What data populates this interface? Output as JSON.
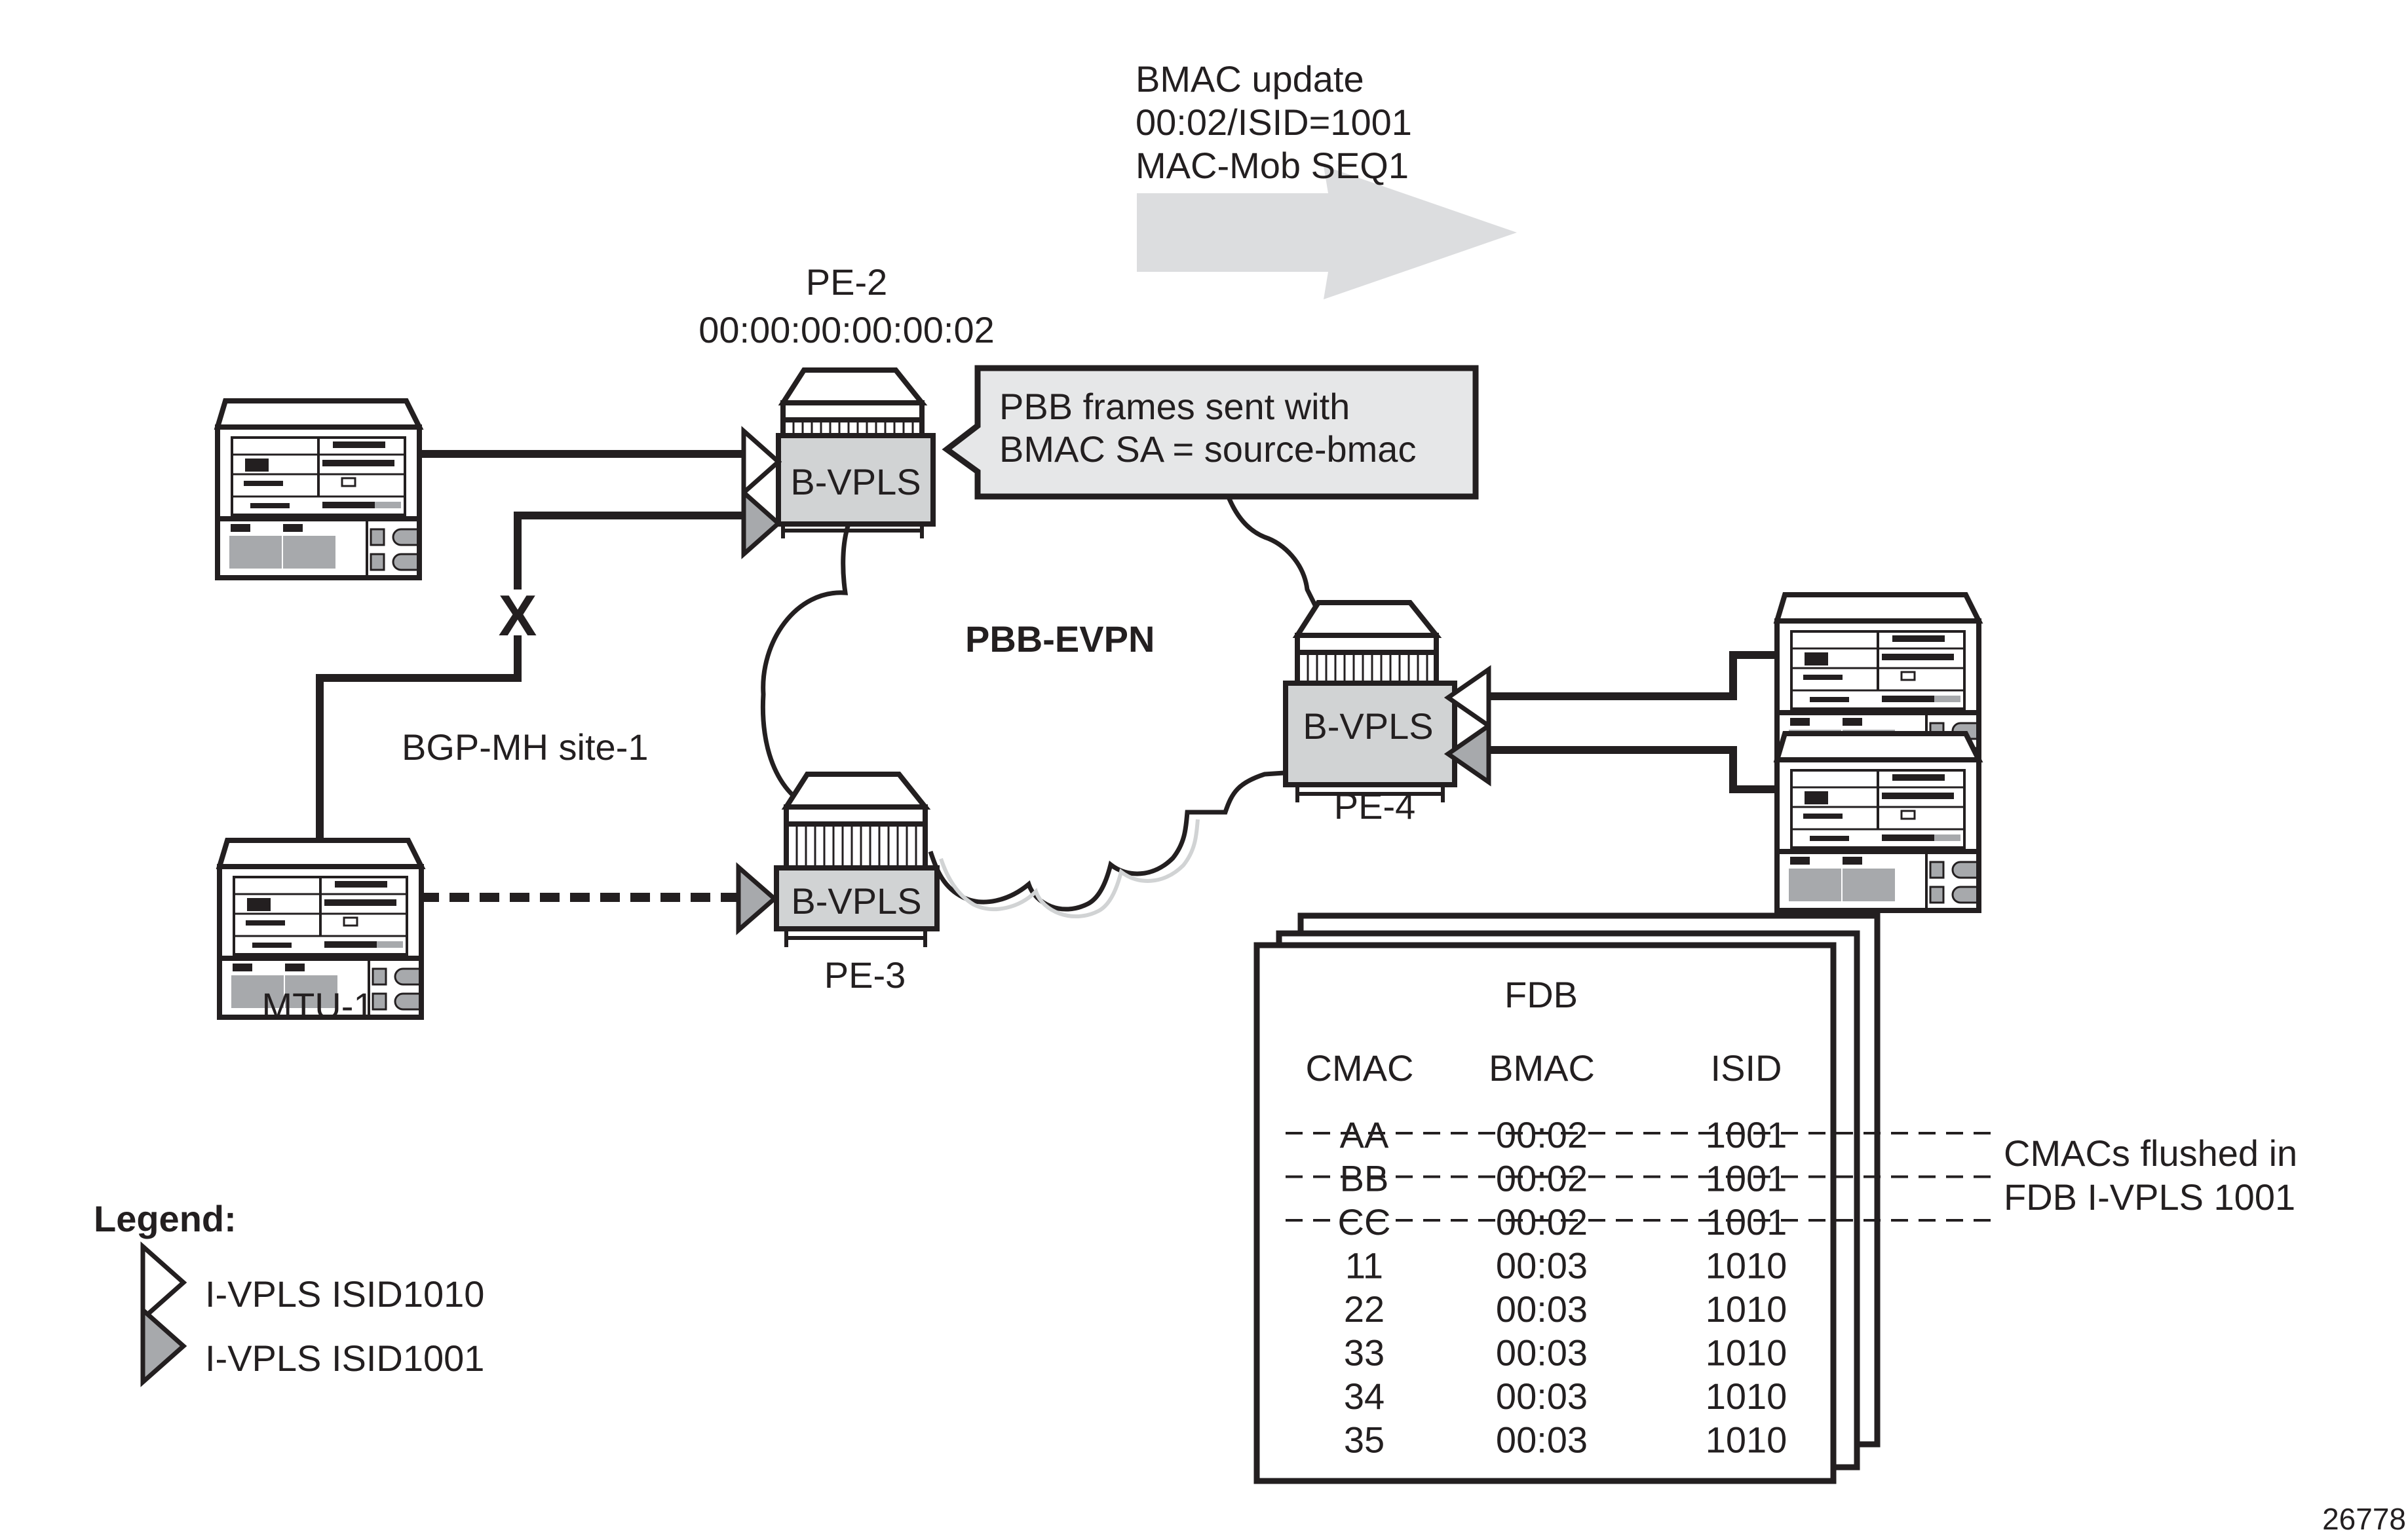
{
  "arrow_note": {
    "lines": [
      "BMAC update",
      "00:02/ISID=1001",
      "MAC-Mob SEQ1"
    ]
  },
  "pe2": {
    "name": "PE-2",
    "mac": "00:00:00:00:00:02",
    "service": "B-VPLS"
  },
  "pe3": {
    "name": "PE-3",
    "service": "B-VPLS"
  },
  "pe4": {
    "name": "PE-4",
    "service": "B-VPLS"
  },
  "mtu1": {
    "name": "MTU-1"
  },
  "callout": {
    "lines": [
      "PBB frames sent with",
      "BMAC SA = source-bmac"
    ]
  },
  "cloud": {
    "label": "PBB-EVPN"
  },
  "bgp_label": "BGP-MH site-1",
  "failure_mark": "X",
  "fdb": {
    "title": "FDB",
    "headers": [
      "CMAC",
      "BMAC",
      "ISID"
    ],
    "rows": [
      {
        "cmac": "AA",
        "bmac": "00:02",
        "isid": "1001",
        "flushed": true
      },
      {
        "cmac": "BB",
        "bmac": "00:02",
        "isid": "1001",
        "flushed": true
      },
      {
        "cmac": "CC",
        "bmac": "00:02",
        "isid": "1001",
        "flushed": true
      },
      {
        "cmac": "11",
        "bmac": "00:03",
        "isid": "1010",
        "flushed": false
      },
      {
        "cmac": "22",
        "bmac": "00:03",
        "isid": "1010",
        "flushed": false
      },
      {
        "cmac": "33",
        "bmac": "00:03",
        "isid": "1010",
        "flushed": false
      },
      {
        "cmac": "34",
        "bmac": "00:03",
        "isid": "1010",
        "flushed": false
      },
      {
        "cmac": "35",
        "bmac": "00:03",
        "isid": "1010",
        "flushed": false
      }
    ],
    "flush_note": [
      "CMACs flushed in",
      "FDB I-VPLS 1001"
    ]
  },
  "legend": {
    "title": "Legend:",
    "items": [
      {
        "label": "I-VPLS ISID1010",
        "icon": "white-triangle-icon"
      },
      {
        "label": "I-VPLS ISID1001",
        "icon": "gray-triangle-icon"
      }
    ]
  },
  "figure_id": "26778",
  "colors": {
    "gray_fill": "#d1d3d4",
    "light_gray": "#e6e7e8",
    "dark_gray": "#a7a9ac",
    "stroke": "#231f20"
  }
}
